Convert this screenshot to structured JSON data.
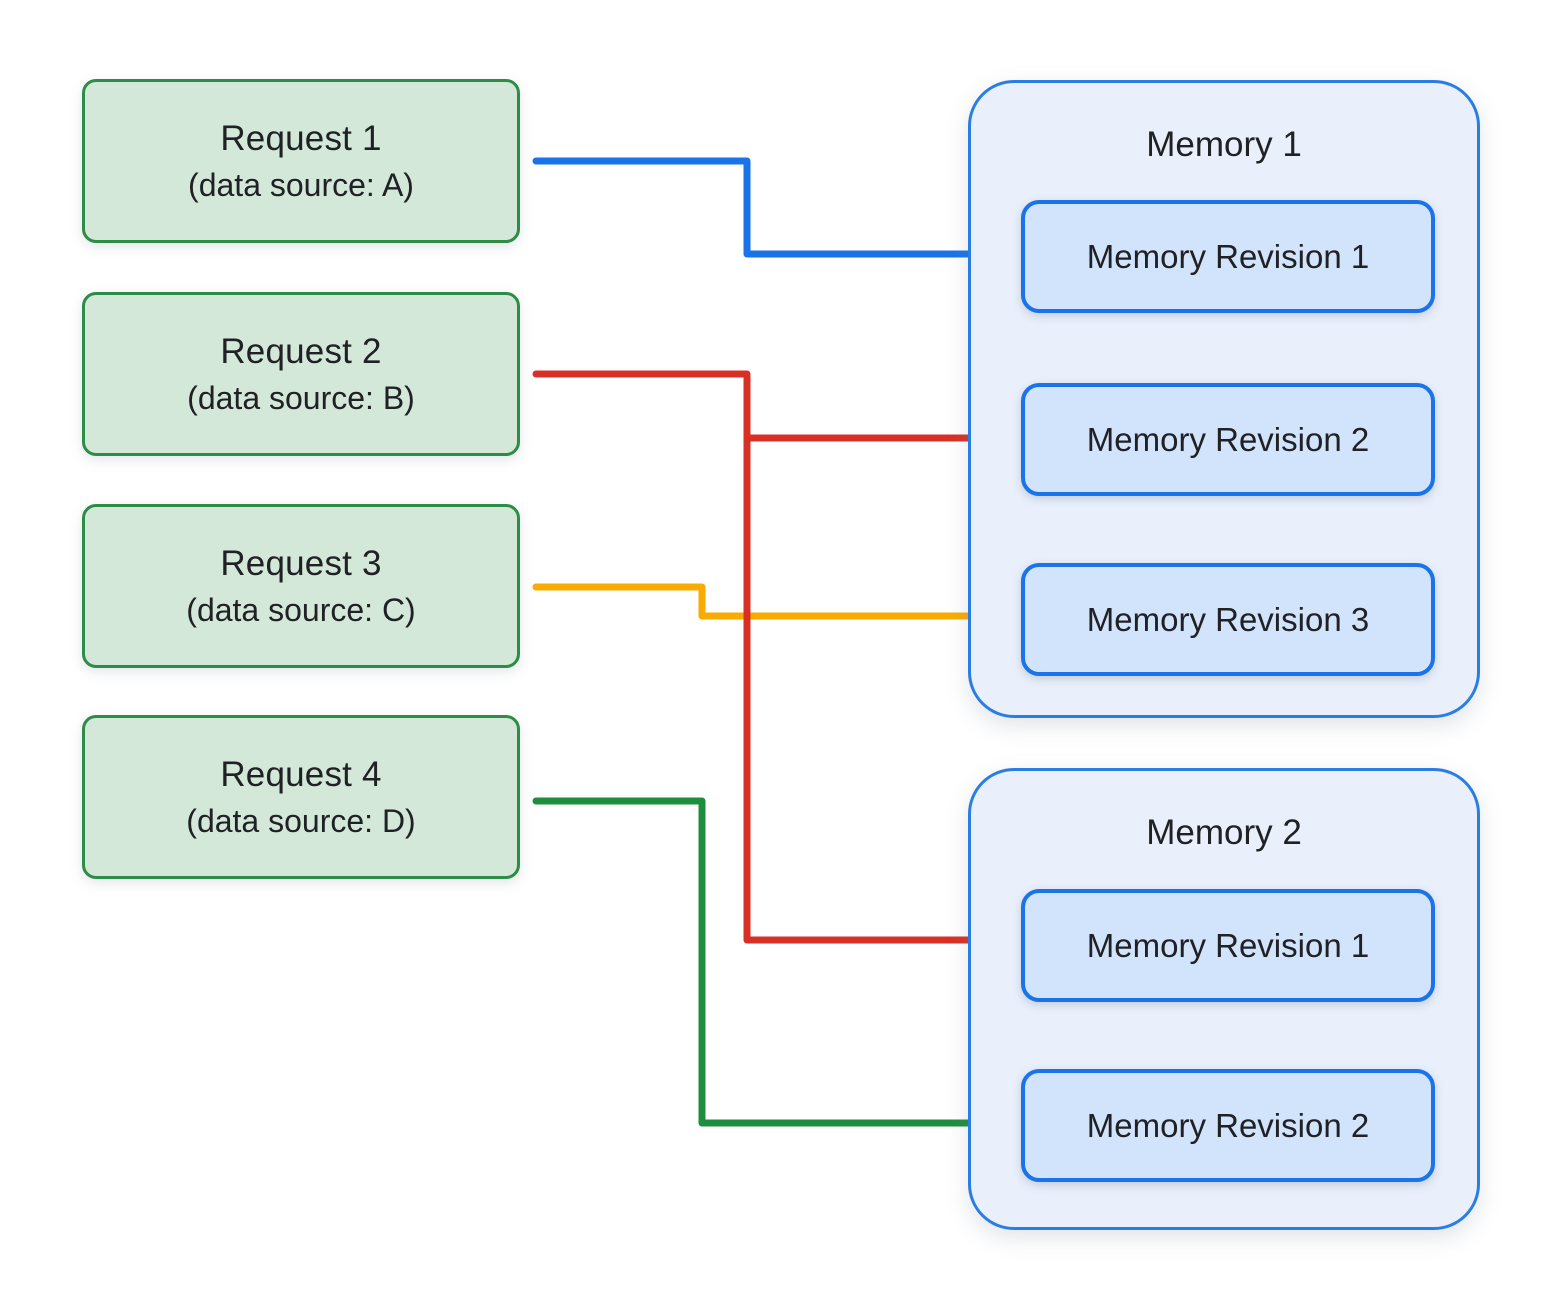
{
  "requests": [
    {
      "title": "Request 1",
      "subtitle": "(data source: A)"
    },
    {
      "title": "Request 2",
      "subtitle": "(data source: B)"
    },
    {
      "title": "Request 3",
      "subtitle": "(data source: C)"
    },
    {
      "title": "Request 4",
      "subtitle": "(data source: D)"
    }
  ],
  "memories": [
    {
      "title": "Memory 1",
      "revisions": [
        "Memory Revision 1",
        "Memory Revision 2",
        "Memory Revision 3"
      ]
    },
    {
      "title": "Memory 2",
      "revisions": [
        "Memory Revision 1",
        "Memory Revision 2"
      ]
    }
  ],
  "connections": [
    {
      "from": "Request 1",
      "to": "Memory 1 / Memory Revision 1",
      "color": "#1a73e8"
    },
    {
      "from": "Request 2",
      "to": "Memory 1 / Memory Revision 2",
      "color": "#d93025"
    },
    {
      "from": "Request 2",
      "to": "Memory 2 / Memory Revision 1",
      "color": "#d93025"
    },
    {
      "from": "Request 3",
      "to": "Memory 1 / Memory Revision 3",
      "color": "#f9ab00"
    },
    {
      "from": "Request 4",
      "to": "Memory 2 / Memory Revision 2",
      "color": "#1e8e3e"
    }
  ],
  "colors": {
    "request_fill": "#d3e8d9",
    "request_border": "#2d8c46",
    "memory_container_fill": "#e9f0fc",
    "memory_container_border": "#2a7de1",
    "revision_fill": "#d2e3fc",
    "revision_border": "#1a73e8",
    "arrow_blue": "#1a73e8",
    "arrow_red": "#d93025",
    "arrow_yellow": "#f9ab00",
    "arrow_green": "#1e8e3e",
    "arrow_gray": "#9aa0a6",
    "text": "#202124",
    "background": "#ffffff"
  }
}
